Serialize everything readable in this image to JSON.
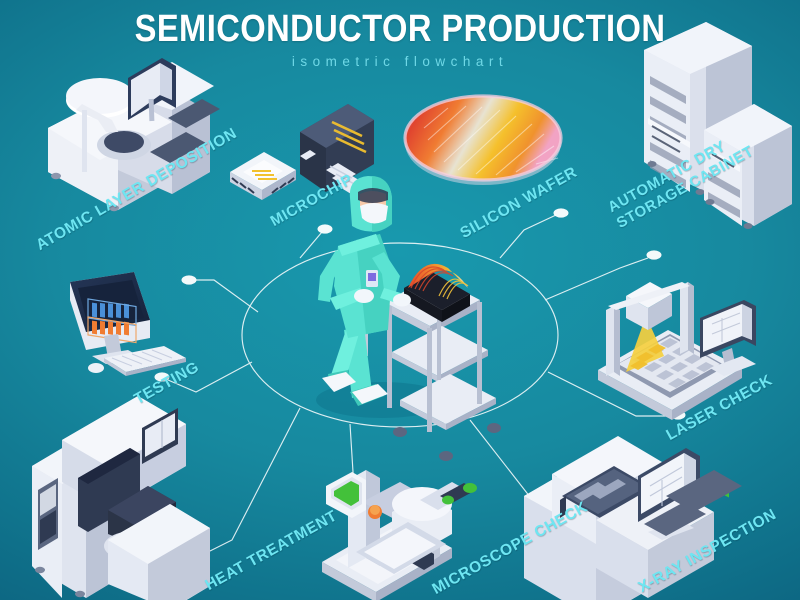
{
  "header": {
    "title": "SEMICONDUCTOR PRODUCTION",
    "subtitle": "isometric flowchart"
  },
  "theme": {
    "background_center": "#1899ae",
    "background_edge": "#08556f",
    "label_color": "#6ee6f2",
    "title_color": "#ffffff",
    "subtitle_color": "#6fd8e6",
    "connector_color": "#ffffff",
    "equipment_light": "#eef1f7",
    "equipment_mid": "#c9d0e0",
    "equipment_dark": "#9aa4bb",
    "accent_orange": "#f07c32",
    "accent_yellow": "#f2c12e",
    "accent_red": "#e0442f",
    "accent_green": "#43c13a",
    "suit_color": "#5ae3d2",
    "screen_navy": "#1b2a44"
  },
  "nodes": [
    {
      "id": "atomic-layer-deposition",
      "label": "ATOMIC LAYER DEPOSITION",
      "lines": [
        "ATOMIC LAYER DEPOSITION"
      ],
      "position": "top-left",
      "icon": "deposition-machine-icon"
    },
    {
      "id": "microchip",
      "label": "MICROCHIP",
      "lines": [
        "MICROCHIP"
      ],
      "position": "top-center-left",
      "icon": "microchip-icon"
    },
    {
      "id": "silicon-wafer",
      "label": "SILICON WAFER",
      "lines": [
        "SILICON WAFER"
      ],
      "position": "top-center-right",
      "icon": "silicon-wafer-icon"
    },
    {
      "id": "automatic-dry-storage-cabinet",
      "label": "AUTOMATIC DRY STORAGE CABINET",
      "lines": [
        "AUTOMATIC DRY",
        "STORAGE CABINET"
      ],
      "position": "top-right",
      "icon": "storage-cabinet-icon"
    },
    {
      "id": "testing",
      "label": "TESTING",
      "lines": [
        "TESTING"
      ],
      "position": "middle-left",
      "icon": "testing-monitor-icon"
    },
    {
      "id": "laser-check",
      "label": "LASER CHECK",
      "lines": [
        "LASER CHECK"
      ],
      "position": "middle-right",
      "icon": "laser-check-icon"
    },
    {
      "id": "heat-treatment",
      "label": "HEAT TREATMENT",
      "lines": [
        "HEAT TREATMENT"
      ],
      "position": "bottom-left",
      "icon": "heat-treatment-icon"
    },
    {
      "id": "microscope-check",
      "label": "MICROSCOPE CHECK",
      "lines": [
        "MICROSCOPE CHECK"
      ],
      "position": "bottom-center",
      "icon": "microscope-icon"
    },
    {
      "id": "x-ray-inspection",
      "label": "X-RAY INSPECTION",
      "lines": [
        "X-RAY INSPECTION"
      ],
      "position": "bottom-right",
      "icon": "xray-inspection-icon"
    }
  ],
  "center": {
    "id": "cleanroom-worker",
    "description": "cleanroom worker pushing wafer cart",
    "icon": "worker-with-cart-icon"
  }
}
